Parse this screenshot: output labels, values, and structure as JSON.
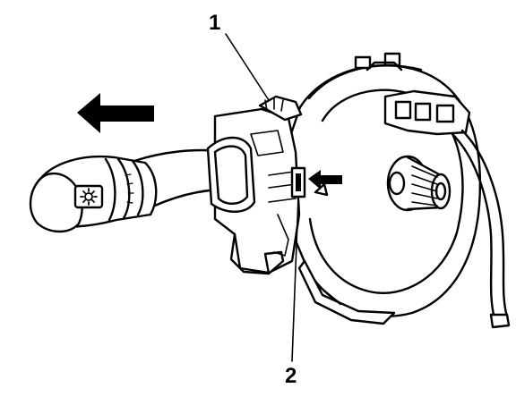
{
  "callouts": {
    "one": "1",
    "two": "2"
  },
  "icons": {
    "removal_arrow": "arrow-left",
    "pointer_arrow": "arrow-left",
    "lever_symbol": "sun-light-symbol"
  },
  "colors": {
    "line": "#000000",
    "fill": "#ffffff"
  }
}
